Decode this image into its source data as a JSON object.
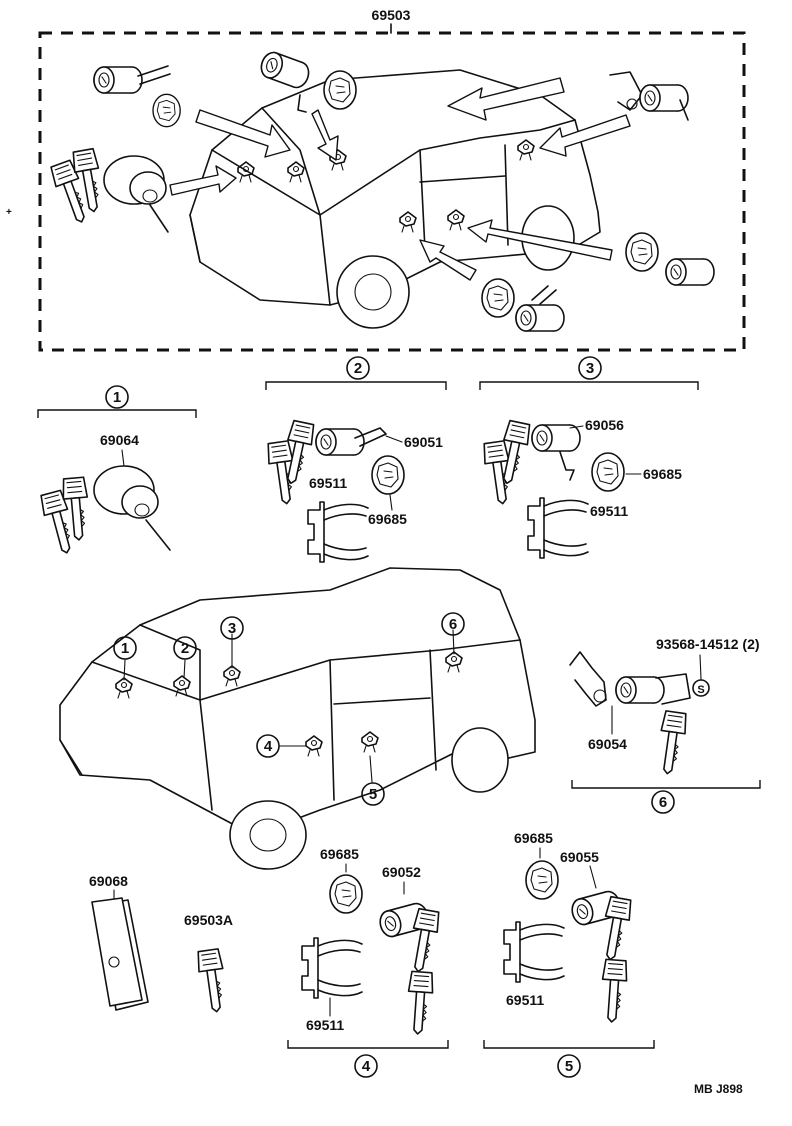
{
  "assembly_number": "69503",
  "callouts": {
    "c1": "1",
    "c2": "2",
    "c3": "3",
    "c4": "4",
    "c5": "5",
    "c6": "6"
  },
  "parts": {
    "p69064": "69064",
    "p69051": "69051",
    "p69511_g2": "69511",
    "p69685_g2": "69685",
    "p69056": "69056",
    "p69685_g3": "69685",
    "p69511_g3": "69511",
    "p93568": "93568-14512 (2)",
    "p69054": "69054",
    "p69068": "69068",
    "p69503A": "69503A",
    "p69685_g4": "69685",
    "p69052": "69052",
    "p69511_g4": "69511",
    "p69685_g5": "69685",
    "p69055": "69055",
    "p69511_g5": "69511",
    "s_mark": "S"
  },
  "footer_code": "MB  J898"
}
